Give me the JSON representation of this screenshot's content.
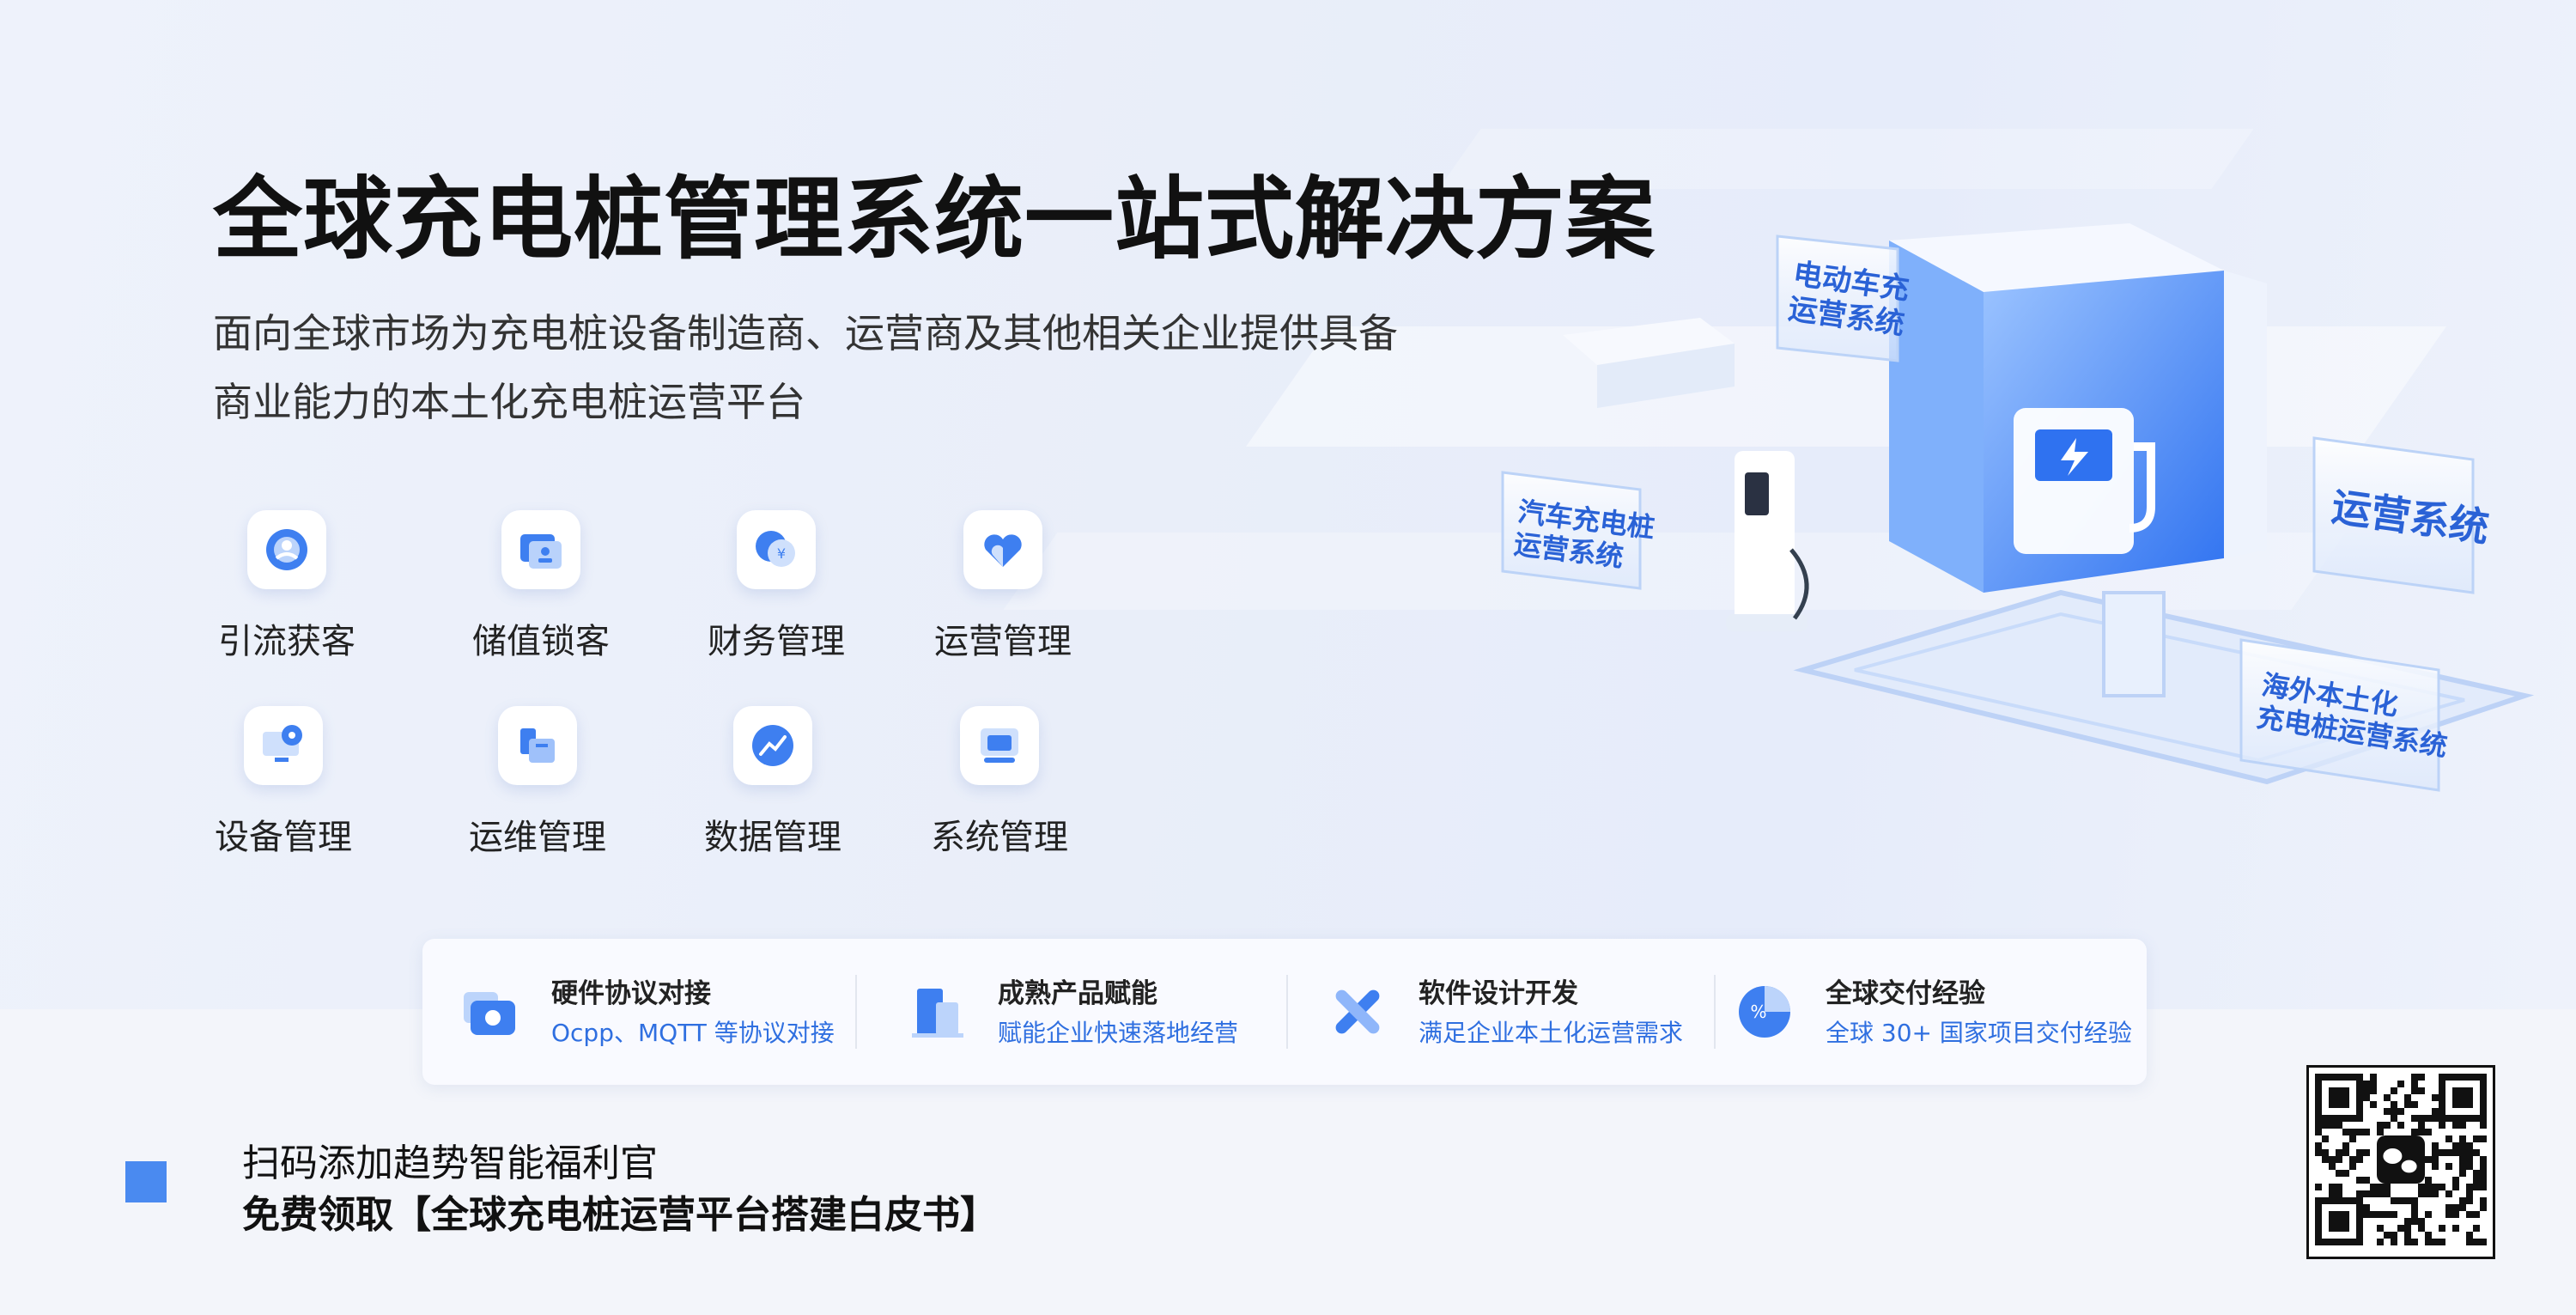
{
  "hero": {
    "title": "全球充电桩管理系统一站式解决方案",
    "subtitle_line1": "面向全球市场为充电桩设备制造商、运营商及其他相关企业提供具备",
    "subtitle_line2": "商业能力的本土化充电桩运营平台"
  },
  "features": [
    {
      "label": "引流获客",
      "icon": "user-target-icon"
    },
    {
      "label": "储值锁客",
      "icon": "card-user-icon"
    },
    {
      "label": "财务管理",
      "icon": "coin-icon"
    },
    {
      "label": "运营管理",
      "icon": "heart-hands-icon"
    },
    {
      "label": "设备管理",
      "icon": "monitor-gear-icon"
    },
    {
      "label": "运维管理",
      "icon": "toolbox-icon"
    },
    {
      "label": "数据管理",
      "icon": "chart-circle-icon"
    },
    {
      "label": "系统管理",
      "icon": "screen-icon"
    }
  ],
  "illustration": {
    "labels": [
      "电动车充",
      "运营系统",
      "汽车充电桩",
      "运营系统",
      "运营系统",
      "海外本土化",
      "充电桩运营系统"
    ]
  },
  "banner": {
    "items": [
      {
        "title": "硬件协议对接",
        "desc": "Ocpp、MQTT 等协议对接",
        "icon": "folder-icon"
      },
      {
        "title": "成熟产品赋能",
        "desc": "赋能企业快速落地经营",
        "icon": "building-icon"
      },
      {
        "title": "软件设计开发",
        "desc": "满足企业本土化运营需求",
        "icon": "tools-icon"
      },
      {
        "title": "全球交付经验",
        "desc": "全球 30+ 国家项目交付经验",
        "icon": "percent-globe-icon"
      }
    ]
  },
  "cta": {
    "line1": "扫码添加趋势智能福利官",
    "line2": "免费领取【全球充电桩运营平台搭建白皮书】"
  },
  "colors": {
    "accent": "#2f6fe0",
    "square": "#4a8af0",
    "title": "#111111"
  },
  "qr": {
    "icon": "wechat-icon"
  }
}
